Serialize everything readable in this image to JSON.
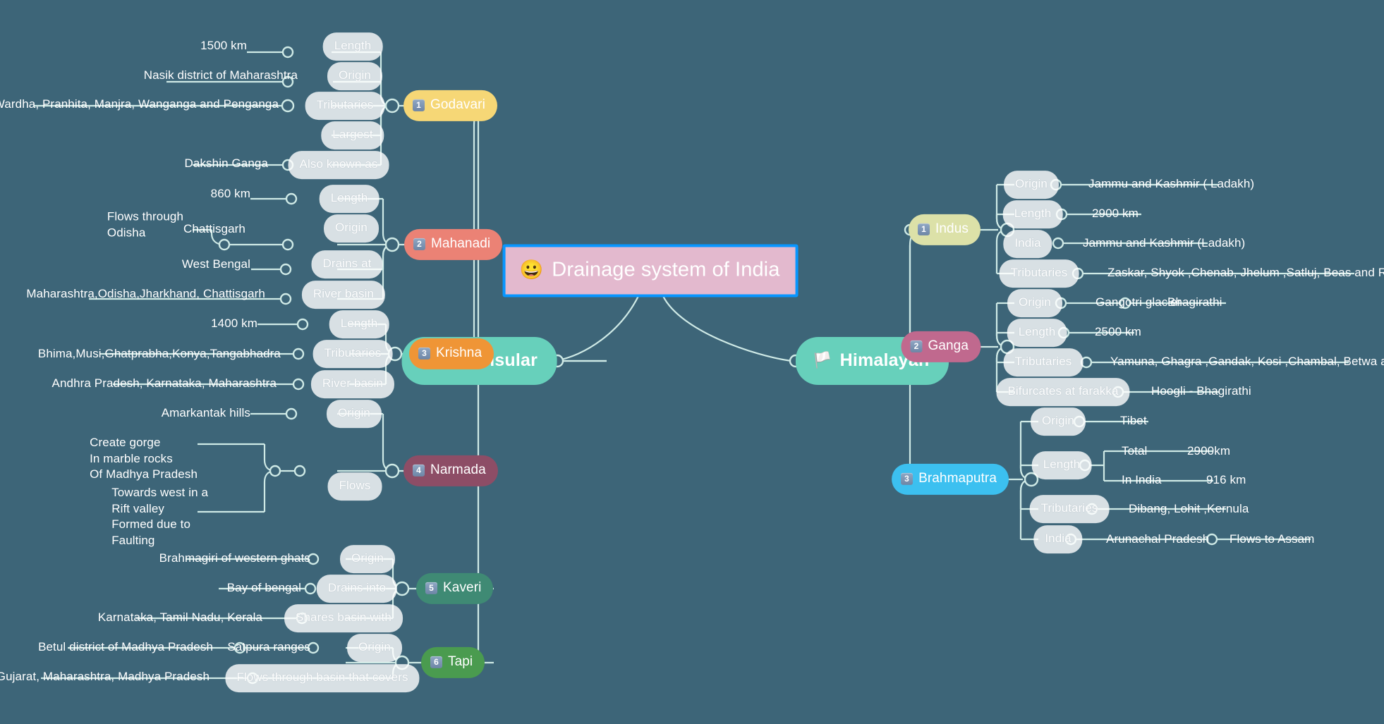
{
  "root": {
    "emoji": "😀",
    "label": "Drainage system of India",
    "bg": "#e3b9ce",
    "border": "#0896ff"
  },
  "branches": [
    {
      "emoji": "🚩",
      "label": "Peninsular",
      "bg": "#67d0bb"
    },
    {
      "emoji": "🏳️",
      "label": "Himalayan",
      "bg": "#67d0bb"
    }
  ],
  "peninsular_rivers": [
    {
      "num": "1",
      "name": "Godavari",
      "bg": "#f6d776",
      "attrs": [
        {
          "label": "Length",
          "leaves": [
            "1500 km"
          ]
        },
        {
          "label": "Origin",
          "leaves": [
            "Nasik district of Maharashtra"
          ]
        },
        {
          "label": "Tributaries",
          "leaves": [
            "Purua, Wardha, Pranhita, Manjra, Wanganga and Penganga"
          ]
        },
        {
          "label": "Largest",
          "leaves": []
        },
        {
          "label": "Also known as",
          "leaves": [
            "Dakshin Ganga"
          ]
        }
      ]
    },
    {
      "num": "2",
      "name": "Mahanadi",
      "bg": "#eb8275",
      "attrs": [
        {
          "label": "Length",
          "leaves": [
            "860 km"
          ]
        },
        {
          "label": "Origin",
          "leaves": [
            "Chattisgarh",
            "Flows through\nOdisha"
          ]
        },
        {
          "label": "Drains at",
          "leaves": [
            "West Bengal"
          ]
        },
        {
          "label": "River basin",
          "leaves": [
            "Maharashtra,Odisha,Jharkhand, Chattisgarh"
          ]
        }
      ]
    },
    {
      "num": "3",
      "name": "Krishna",
      "bg": "#ef9536",
      "attrs": [
        {
          "label": "Length",
          "leaves": [
            "1400 km"
          ]
        },
        {
          "label": "Tributaries",
          "leaves": [
            "Bhima,Musi,Ghatprabha,Konya,Tangabhadra"
          ]
        },
        {
          "label": "River basin",
          "leaves": [
            "Andhra Pradesh, Karnataka, Maharashtra"
          ]
        }
      ]
    },
    {
      "num": "4",
      "name": "Narmada",
      "bg": "#8d4d66",
      "attrs": [
        {
          "label": "Origin",
          "leaves": [
            "Amarkantak hills"
          ]
        },
        {
          "label": "Flows",
          "leaves": [
            "Create gorge\nIn marble rocks\nOf Madhya Pradesh",
            "Towards west in a\nRift valley\nFormed due to\nFaulting"
          ]
        }
      ]
    },
    {
      "num": "5",
      "name": "Kaveri",
      "bg": "#3f8a74",
      "attrs": [
        {
          "label": "Origin",
          "leaves": [
            "Brahmagiri of western ghats"
          ]
        },
        {
          "label": "Drains into",
          "leaves": [
            "Bay of bengal"
          ]
        },
        {
          "label": "Shares basin with",
          "leaves": [
            "Karnataka, Tamil Nadu, Kerala"
          ]
        }
      ]
    },
    {
      "num": "6",
      "name": "Tapi",
      "bg": "#4a9b4f",
      "attrs": [
        {
          "label": "Origin",
          "leaves": [
            "Satpura ranges",
            "Betul district of Madhya Pradesh"
          ]
        },
        {
          "label": "Flows through basin that covers",
          "leaves": [
            "Gujarat, Maharashtra, Madhya Pradesh"
          ]
        }
      ]
    }
  ],
  "himalayan_rivers": [
    {
      "num": "1",
      "name": "Indus",
      "bg": "#dce1a8",
      "attrs": [
        {
          "label": "Origin",
          "leaves": [
            "Jammu and Kashmir ( Ladakh)"
          ]
        },
        {
          "label": "Length",
          "leaves": [
            "2900 km"
          ]
        },
        {
          "label": "India",
          "leaves": [
            "Jammu and Kashmir (Ladakh)"
          ]
        },
        {
          "label": "Tributaries",
          "leaves": [
            "Zaskar, Shyok ,Chenab, Jhelum ,Satluj, Beas and Ravi"
          ]
        }
      ]
    },
    {
      "num": "2",
      "name": "Ganga",
      "bg": "#c0698e",
      "attrs": [
        {
          "label": "Origin",
          "leaves": [
            "Gangotri glacier",
            "Bhagirathi"
          ]
        },
        {
          "label": "Length",
          "leaves": [
            "2500 km"
          ]
        },
        {
          "label": "Tributaries",
          "leaves": [
            "Yamuna, Ghagra ,Gandak, Kosi ,Chambal, Betwa and Son"
          ]
        },
        {
          "label": "Bifurcates at farakka",
          "leaves": [
            "Hoogli - Bhagirathi"
          ]
        }
      ]
    },
    {
      "num": "3",
      "name": "Brahmaputra",
      "bg": "#3cc0f0",
      "attrs": [
        {
          "label": "Origin",
          "leaves": [
            "Tibet"
          ]
        },
        {
          "label": "Length",
          "leaves": [
            "Total",
            "2900km",
            "In India",
            "916 km"
          ]
        },
        {
          "label": "Tributaries",
          "leaves": [
            "Dibang, Lohit ,Kernula"
          ]
        },
        {
          "label": "India",
          "leaves": [
            "Arunachal Pradesh",
            "Flows to Assam"
          ]
        }
      ]
    }
  ],
  "colors": {
    "canvas_bg": "#3d6578",
    "wire": "#cfeae6",
    "node_text": "#ffffff"
  }
}
